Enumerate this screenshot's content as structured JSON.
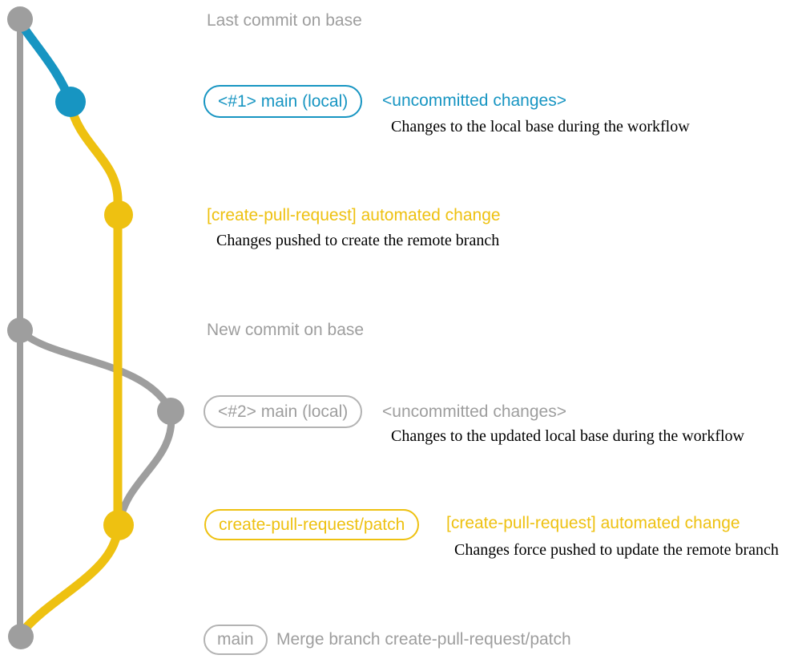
{
  "diagram": {
    "title": "create-pull-request workflow git graph",
    "colors": {
      "base_branch_gray": "#9e9e9e",
      "local_main_blue": "#1795c2",
      "patch_branch_yellow": "#eec111",
      "description_text": "#000000",
      "gray_badge_border": "#b3b3b3",
      "background": "#ffffff"
    },
    "branches": [
      {
        "name": "base",
        "color": "#9e9e9e"
      },
      {
        "name": "main (local)",
        "color": "#1795c2"
      },
      {
        "name": "create-pull-request/patch",
        "color": "#eec111"
      }
    ]
  },
  "rows": {
    "base_top": {
      "text": "Last commit on base"
    },
    "main1": {
      "badge": "<#1> main (local)",
      "tag": "<uncommitted changes>",
      "desc": "Changes to the local base during the workflow"
    },
    "cpr1": {
      "title": "[create-pull-request] automated change",
      "desc": "Changes pushed to create the remote branch"
    },
    "base_new": {
      "text": "New commit on base"
    },
    "main2": {
      "badge": "<#2> main (local)",
      "tag": "<uncommitted changes>",
      "desc": "Changes to the updated local base during the workflow"
    },
    "cpr2": {
      "badge": "create-pull-request/patch",
      "title": "[create-pull-request] automated change",
      "desc": "Changes force pushed to update the remote branch"
    },
    "merge": {
      "badge": "main",
      "text": "Merge branch create-pull-request/patch"
    }
  }
}
